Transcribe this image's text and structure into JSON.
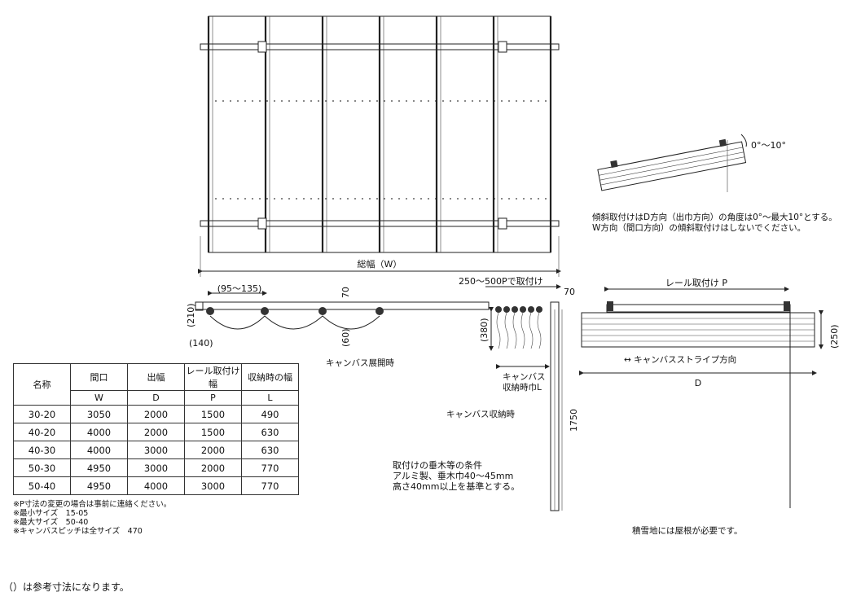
{
  "labels": {
    "total_width": "総幅（W）",
    "pitch_range": "(95～135)",
    "dim_70_top": "70",
    "dim_210": "(210)",
    "dim_140": "(140)",
    "dim_60": "(60)",
    "deploy_label": "キャンバス展開時",
    "rail_pitch": "250～500Pで取付け",
    "dim_70_right": "70",
    "dim_380": "(380)",
    "storage_width_1": "キャンバス",
    "storage_width_2": "収納時巾L",
    "storage_label": "キャンバス収納時",
    "dim_1750": "1750",
    "rail_p": "レール取付け P",
    "dim_250": "(250)",
    "stripe_direction": "↔ キャンバスストライプ方向",
    "depth_d": "D",
    "angle": "0°～10°",
    "tilt_note_1": "傾斜取付けはD方向（出巾方向）の角度は0°～最大10°とする。",
    "tilt_note_2": "W方向（間口方向）の傾斜取付けはしないでください。",
    "mount_cond_1": "取付けの垂木等の条件",
    "mount_cond_2": "アルミ製、垂木巾40～45mm",
    "mount_cond_3": "高さ40mm以上を基準とする。",
    "snow_note": "積雪地には屋根が必要です。"
  },
  "table": {
    "col_name": "名称",
    "headers": [
      "間口",
      "出幅",
      "レール取付け幅",
      "収納時の幅"
    ],
    "symbols": [
      "W",
      "D",
      "P",
      "L"
    ],
    "rows": [
      [
        "30-20",
        "3050",
        "2000",
        "1500",
        "490"
      ],
      [
        "40-20",
        "4000",
        "2000",
        "1500",
        "630"
      ],
      [
        "40-30",
        "4000",
        "3000",
        "2000",
        "630"
      ],
      [
        "50-30",
        "4950",
        "3000",
        "2000",
        "770"
      ],
      [
        "50-40",
        "4950",
        "4000",
        "3000",
        "770"
      ]
    ]
  },
  "notes": [
    "※P寸法の変更の場合は事前に連絡ください。",
    "※最小サイズ　15-05",
    "※最大サイズ　50-40",
    "※キャンバスピッチは全サイズ　470"
  ],
  "footer": "（）は参考寸法になります。"
}
